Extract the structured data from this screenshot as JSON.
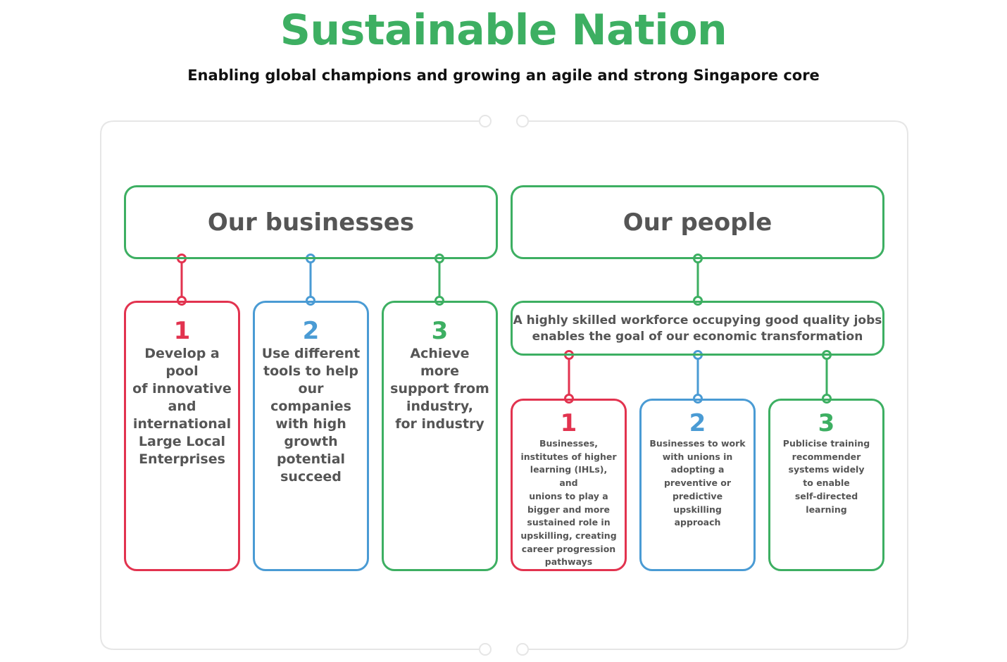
{
  "header": {
    "title": "Sustainable Nation",
    "subtitle": "Enabling global champions and growing an agile and strong Singapore core"
  },
  "colors": {
    "green": "#3daf62",
    "red": "#e2334f",
    "blue": "#4a9bd4",
    "frame": "#e6e6e6",
    "text": "#555555"
  },
  "businesses": {
    "label": "Our businesses",
    "items": [
      {
        "number": "1",
        "text": "Develop a pool\nof innovative\nand\ninternational\nLarge Local\nEnterprises"
      },
      {
        "number": "2",
        "text": "Use different\ntools to help\nour companies\nwith high\ngrowth\npotential\nsucceed"
      },
      {
        "number": "3",
        "text": "Achieve more\nsupport from\nindustry,\nfor industry"
      }
    ]
  },
  "people": {
    "label": "Our people",
    "summary": "A highly skilled workforce occupying good quality jobs\nenables the goal of our economic transformation",
    "items": [
      {
        "number": "1",
        "text": "Businesses,\ninstitutes of higher\nlearning (IHLs), and\nunions to play a\nbigger and more\nsustained role in\nupskilling, creating\ncareer progression\npathways"
      },
      {
        "number": "2",
        "text": "Businesses to work\nwith unions in\nadopting a\npreventive or\npredictive upskilling\napproach"
      },
      {
        "number": "3",
        "text": "Publicise training\nrecommender\nsystems widely\nto enable\nself-directed\nlearning"
      }
    ]
  }
}
